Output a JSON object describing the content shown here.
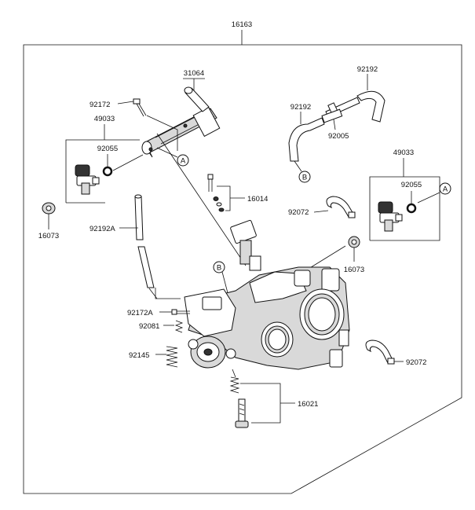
{
  "labels": {
    "assembly": "16163",
    "fuel_pipe": "31064",
    "screw_top": "92172",
    "injector_left": "49033",
    "oring_left": "92055",
    "hose_1": "92192",
    "joint": "92005",
    "hose_2": "92192",
    "screw_set": "16014",
    "injector_right": "49033",
    "oring_right": "92055",
    "clamp_top": "92072",
    "cap_left": "16073",
    "hose_a": "92192A",
    "cap_right": "16073",
    "screw_a": "92172A",
    "spring_small": "92081",
    "spring_large": "92145",
    "clamp_bottom": "92072",
    "adjust_screw": "16021"
  },
  "callouts": {
    "a_top": "A",
    "a_right": "A",
    "b_hose": "B",
    "b_body": "B"
  }
}
